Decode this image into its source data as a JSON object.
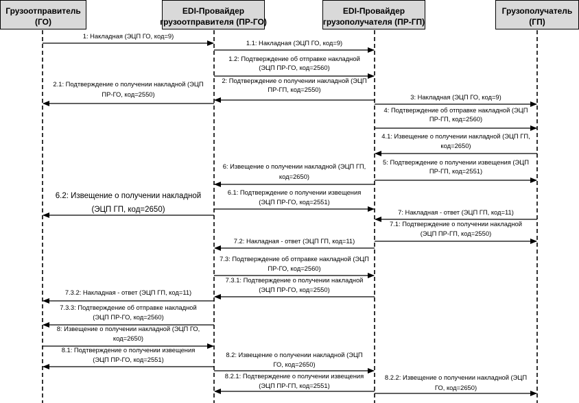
{
  "actors": [
    {
      "id": "go",
      "lines": [
        "Грузоотправитель",
        "(ГО)"
      ]
    },
    {
      "id": "prgo",
      "lines": [
        "EDI-Провайдер",
        "грузоотправителя (ПР-ГО)"
      ]
    },
    {
      "id": "prgp",
      "lines": [
        "EDI-Провайдер",
        "грузополучателя (ПР-ГП)"
      ]
    },
    {
      "id": "gp",
      "lines": [
        "Грузополучатель",
        "(ГП)"
      ]
    }
  ],
  "messages": [
    {
      "id": "m1",
      "from": "go",
      "to": "prgo",
      "lines": [
        "1: Накладная (ЭЦП ГО, код=9)"
      ]
    },
    {
      "id": "m1_1",
      "from": "prgo",
      "to": "prgp",
      "lines": [
        "1.1: Накладная (ЭЦП ГО, код=9)"
      ]
    },
    {
      "id": "m1_2",
      "from": "prgo",
      "to": "prgp",
      "lines": [
        "1.2: Подтверждение об отправке накладной",
        "(ЭЦП ПР-ГО, код=2560)"
      ]
    },
    {
      "id": "m2",
      "from": "prgp",
      "to": "prgo",
      "lines": [
        "2: Подтверждение о получении накладной (ЭЦП",
        "ПР-ГП, код=2550)"
      ]
    },
    {
      "id": "m2_1",
      "from": "prgo",
      "to": "go",
      "lines": [
        "2.1: Подтверждение о получении накладной (ЭЦП",
        "ПР-ГО, код=2550)"
      ]
    },
    {
      "id": "m3",
      "from": "prgp",
      "to": "gp",
      "lines": [
        "3: Накладная (ЭЦП ГО, код=9)"
      ]
    },
    {
      "id": "m4",
      "from": "prgp",
      "to": "gp",
      "lines": [
        "4: Подтверждение об отправке накладной (ЭЦП",
        "ПР-ГП, код=2560)"
      ]
    },
    {
      "id": "m4_1",
      "from": "gp",
      "to": "prgp",
      "lines": [
        "4.1: Извещение о получении накладной (ЭЦП ГП,",
        "код=2650)"
      ]
    },
    {
      "id": "m5",
      "from": "prgp",
      "to": "gp",
      "lines": [
        "5: Подтверждение о получении извещения (ЭЦП",
        "ПР-ГП, код=2551)"
      ]
    },
    {
      "id": "m6",
      "from": "prgp",
      "to": "prgo",
      "lines": [
        "6: Извещение о получении накладной (ЭЦП ГП,",
        "код=2650)"
      ]
    },
    {
      "id": "m6_1",
      "from": "prgo",
      "to": "prgp",
      "lines": [
        "6.1: Подтверждение о получении извещения",
        "(ЭЦП ПР-ГО, код=2551)"
      ]
    },
    {
      "id": "m6_2",
      "from": "prgo",
      "to": "go",
      "lines": [
        "6.2: Извещение о получении накладной",
        "(ЭЦП ГП, код=2650)"
      ]
    },
    {
      "id": "m7",
      "from": "gp",
      "to": "prgp",
      "lines": [
        "7: Накладная - ответ (ЭЦП ГП, код=11)"
      ]
    },
    {
      "id": "m7_1",
      "from": "prgp",
      "to": "gp",
      "lines": [
        "7.1: Подтверждение о получении накладной",
        "(ЭЦП ПР-ГП, код=2550)"
      ]
    },
    {
      "id": "m7_2",
      "from": "prgp",
      "to": "prgo",
      "lines": [
        "7.2: Накладная - ответ (ЭЦП ГП, код=11)"
      ]
    },
    {
      "id": "m7_3",
      "from": "prgo",
      "to": "prgp",
      "lines": [
        "7.3: Подтверждение об отправке накладной (ЭЦП",
        "ПР-ГО, код=2560)"
      ]
    },
    {
      "id": "m7_3_1",
      "from": "prgp",
      "to": "prgo",
      "lines": [
        "7.3.1: Подтверждение о получении накладной",
        "(ЭЦП ПР-ГО, код=2550)"
      ]
    },
    {
      "id": "m7_3_2",
      "from": "prgo",
      "to": "go",
      "lines": [
        "7.3.2: Накладная - ответ (ЭЦП ГП, код=11)"
      ]
    },
    {
      "id": "m7_3_3",
      "from": "prgo",
      "to": "go",
      "lines": [
        "7.3.3: Подтверждение об отправке накладной",
        "(ЭЦП ПР-ГО, код=2560)"
      ]
    },
    {
      "id": "m8",
      "from": "go",
      "to": "prgo",
      "lines": [
        "8: Извещение о получении накладной (ЭЦП ГО,",
        "код=2650)"
      ]
    },
    {
      "id": "m8_1",
      "from": "prgo",
      "to": "go",
      "lines": [
        "8.1: Подтверждение о получении извещения",
        "(ЭЦП ПР-ГО, код=2551)"
      ]
    },
    {
      "id": "m8_2",
      "from": "prgo",
      "to": "prgp",
      "lines": [
        "8.2: Извещение о получении накладной (ЭЦП",
        "ГО, код=2650)"
      ]
    },
    {
      "id": "m8_2_1",
      "from": "prgp",
      "to": "prgo",
      "lines": [
        "8.2.1: Подтверждение о получении извещения",
        "(ЭЦП ПР-ГП, код=2551)"
      ]
    },
    {
      "id": "m8_2_2",
      "from": "prgp",
      "to": "gp",
      "lines": [
        "8.2.2: Извещение о получении накладной (ЭЦП",
        "ГО, код=2650)"
      ]
    }
  ]
}
